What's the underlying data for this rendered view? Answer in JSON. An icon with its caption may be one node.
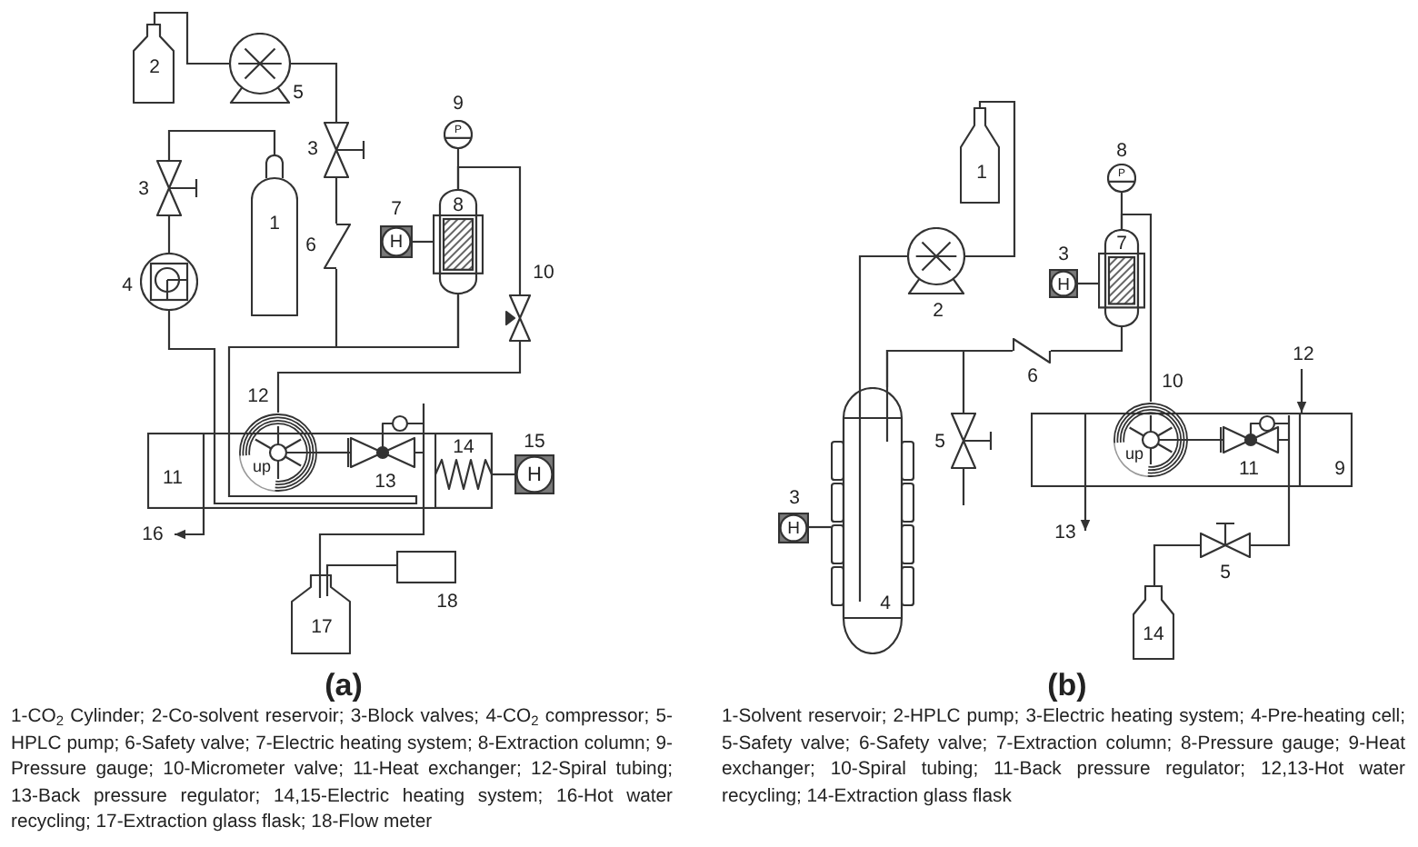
{
  "diagram": {
    "nodes": [
      {
        "text": [
          "2"
        ]
      },
      {
        "text": [],
        "shape": "picture",
        "beside": [
          "5"
        ]
      },
      {
        "text": [],
        "shape": "picture",
        "beside": [
          "3"
        ]
      },
      {
        "text": [],
        "shape": "picture",
        "beside": [
          "3"
        ]
      },
      {
        "text": [
          "1"
        ]
      },
      {
        "text": [],
        "shape": "picture",
        "beside": [
          "6"
        ]
      },
      {
        "text": [
          "H"
        ],
        "beside": [
          "7"
        ]
      },
      {
        "text": [
          "P"
        ],
        "beside": [
          "9"
        ]
      },
      {
        "text": [
          "8"
        ]
      },
      {
        "text": [],
        "shape": "picture",
        "beside": [
          "10"
        ]
      },
      {
        "text": [],
        "shape": "picture",
        "beside": [
          "4"
        ]
      },
      {
        "text": [
          "11"
        ]
      },
      {
        "text": [
          "up"
        ],
        "beside": [
          "12"
        ]
      },
      {
        "text": [],
        "shape": "picture",
        "beside": [
          "13"
        ]
      },
      {
        "text": [
          "14"
        ],
        "in": 11
      },
      {
        "text": [
          "H"
        ],
        "beside": [
          "15"
        ]
      },
      {
        "text": [
          "17"
        ]
      },
      {
        "text": [],
        "shape": "box",
        "beside": [
          "18"
        ]
      },
      {
        "text": [
          "1"
        ]
      },
      {
        "text": [],
        "shape": "picture",
        "beside": [
          "2"
        ]
      },
      {
        "text": [
          "P"
        ],
        "beside": [
          "8"
        ]
      },
      {
        "text": [
          "7"
        ]
      },
      {
        "text": [
          "H"
        ],
        "beside": [
          "3"
        ]
      },
      {
        "text": [],
        "shape": "picture",
        "beside": [
          "6"
        ]
      },
      {
        "text": [
          "4"
        ]
      },
      {
        "text": [
          "H"
        ],
        "beside": [
          "3"
        ]
      },
      {
        "text": [],
        "shape": "picture",
        "beside": [
          "5"
        ]
      },
      {
        "text": [
          "9"
        ]
      },
      {
        "text": [
          "up"
        ],
        "beside": [
          "10"
        ]
      },
      {
        "text": [],
        "shape": "picture",
        "beside": [
          "11"
        ],
        "in": 27
      },
      {
        "text": [],
        "shape": "picture",
        "beside": [
          "5"
        ]
      },
      {
        "text": [
          "14"
        ]
      }
    ],
    "edges": [
      {
        "from": 0,
        "to": 1,
        "arrow": "none"
      },
      {
        "from": 1,
        "to": 2,
        "arrow": "none"
      },
      {
        "from": 2,
        "to": 5,
        "arrow": "none"
      },
      {
        "from": 5,
        "to": 8,
        "arrow": "none"
      },
      {
        "from": 4,
        "to": 3,
        "arrow": "none"
      },
      {
        "from": 3,
        "to": 10,
        "arrow": "none"
      },
      {
        "from": 10,
        "to": 8,
        "arrow": "none"
      },
      {
        "from": 6,
        "to": 8,
        "arrow": "none"
      },
      {
        "from": 7,
        "to": 8,
        "arrow": "none"
      },
      {
        "from": 8,
        "to": 9,
        "arrow": "none"
      },
      {
        "from": 9,
        "to": 12,
        "arrow": "none"
      },
      {
        "from": 12,
        "to": 13,
        "arrow": "none"
      },
      {
        "from": 13,
        "to": 16,
        "arrow": "none"
      },
      {
        "from": 14,
        "to": 15,
        "arrow": "none"
      },
      {
        "from": 16,
        "to": 17,
        "arrow": "none"
      },
      {
        "from": 11,
        "to": null,
        "arrow": "to",
        "label": "16"
      },
      {
        "from": 18,
        "to": 19,
        "arrow": "none"
      },
      {
        "from": 19,
        "to": 24,
        "arrow": "none"
      },
      {
        "from": 24,
        "to": 23,
        "arrow": "none"
      },
      {
        "from": 23,
        "to": 21,
        "arrow": "none"
      },
      {
        "from": 24,
        "to": 26,
        "arrow": "none"
      },
      {
        "from": 26,
        "to": null,
        "arrow": "none"
      },
      {
        "from": 22,
        "to": 21,
        "arrow": "none"
      },
      {
        "from": 20,
        "to": 21,
        "arrow": "none"
      },
      {
        "from": 21,
        "to": 28,
        "arrow": "none"
      },
      {
        "from": 28,
        "to": 29,
        "arrow": "none"
      },
      {
        "from": 29,
        "to": 30,
        "arrow": "none"
      },
      {
        "from": 30,
        "to": 31,
        "arrow": "none"
      },
      {
        "from": 25,
        "to": 24,
        "arrow": "none"
      },
      {
        "from": null,
        "to": 27,
        "arrow": "to",
        "label": "12"
      },
      {
        "from": 27,
        "to": null,
        "arrow": "to",
        "label": "13"
      }
    ],
    "labels": [
      "(a)",
      "1-CO$_{2}$ Cylinder; 2-Co-solvent reservoir; 3-Block valves; 4-CO$_{2}$ compressor; 5-HPLC pump; 6-Safety valve; 7-Electric heating system; 8-Extraction column; 9-Pressure gauge; 10-Micrometer valve; 11-Heat exchanger; 12-Spiral tubing; 13-Back pressure regulator; 14,15-Electric heating system; 16-Hot water recycling; 17-Extraction glass flask; 18-Flow meter",
      "(b)",
      "1-Solvent reservoir; 2-HPLC pump; 3-Electric heating system; 4-Pre-heating cell; 5-Safety valve; 6-Safety valve; 7-Extraction column; 8-Pressure gauge; 9-Heat exchanger; 10-Spiral tubing; 11-Back pressure regulator; 12,13-Hot water recycling; 14-Extraction glass flask"
    ]
  }
}
